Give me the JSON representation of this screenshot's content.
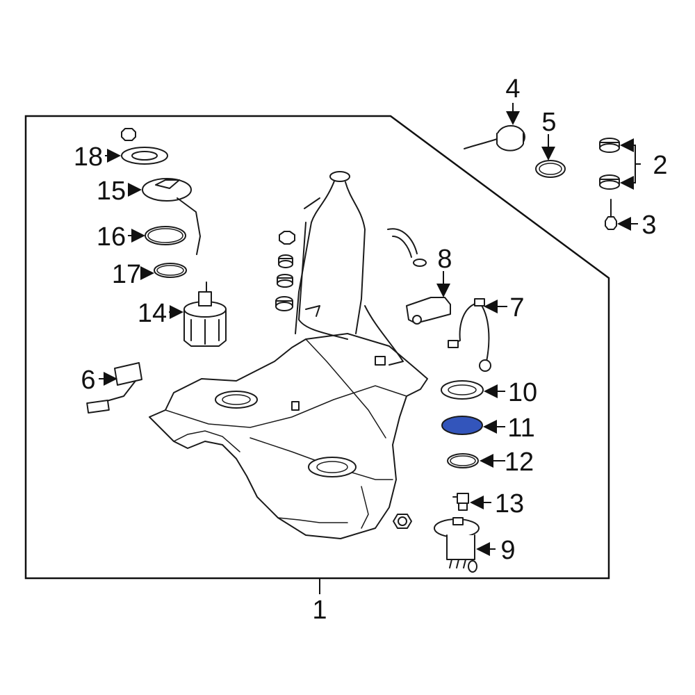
{
  "diagram": {
    "highlight_color": "#3355bb",
    "line_color": "#1a1a1a",
    "callouts": {
      "c1": "1",
      "c2": "2",
      "c3": "3",
      "c4": "4",
      "c5": "5",
      "c6": "6",
      "c7": "7",
      "c8": "8",
      "c9": "9",
      "c10": "10",
      "c11": "11",
      "c12": "12",
      "c13": "13",
      "c14": "14",
      "c15": "15",
      "c16": "16",
      "c17": "17",
      "c18": "18"
    },
    "highlighted_part": "11"
  }
}
